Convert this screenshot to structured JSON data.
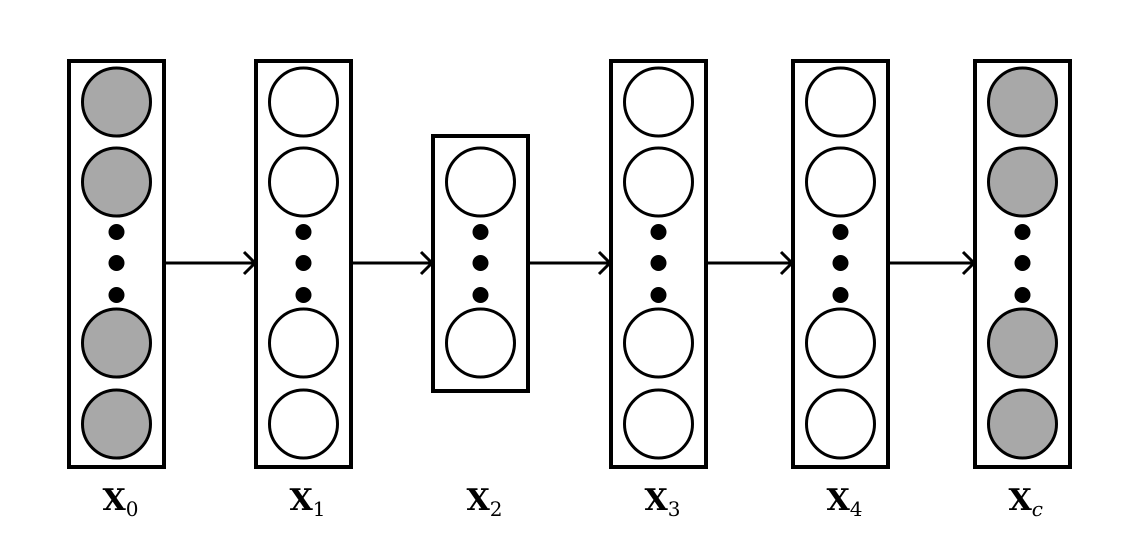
{
  "diagram": {
    "type": "layer-sequence",
    "colors": {
      "stroke": "#000000",
      "filled_node": "#a8a8a8",
      "empty_node": "#ffffff",
      "background": "#ffffff"
    },
    "layers": [
      {
        "id": "x0",
        "label_main": "X",
        "label_sub": "0",
        "sub_italic": false,
        "size": "full",
        "filled": true,
        "nodes": [
          "node",
          "node",
          "ellipsis",
          "node",
          "node"
        ]
      },
      {
        "id": "x1",
        "label_main": "X",
        "label_sub": "1",
        "sub_italic": false,
        "size": "full",
        "filled": false,
        "nodes": [
          "node",
          "node",
          "ellipsis",
          "node",
          "node"
        ]
      },
      {
        "id": "x2",
        "label_main": "X",
        "label_sub": "2",
        "sub_italic": false,
        "size": "short",
        "filled": false,
        "nodes": [
          "node",
          "ellipsis",
          "node"
        ]
      },
      {
        "id": "x3",
        "label_main": "X",
        "label_sub": "3",
        "sub_italic": false,
        "size": "full",
        "filled": false,
        "nodes": [
          "node",
          "node",
          "ellipsis",
          "node",
          "node"
        ]
      },
      {
        "id": "x4",
        "label_main": "X",
        "label_sub": "4",
        "sub_italic": false,
        "size": "full",
        "filled": false,
        "nodes": [
          "node",
          "node",
          "ellipsis",
          "node",
          "node"
        ]
      },
      {
        "id": "xc",
        "label_main": "X",
        "label_sub": "c",
        "sub_italic": true,
        "size": "full",
        "filled": true,
        "nodes": [
          "node",
          "node",
          "ellipsis",
          "node",
          "node"
        ]
      }
    ],
    "edges": [
      {
        "from": "x0",
        "to": "x1"
      },
      {
        "from": "x1",
        "to": "x2"
      },
      {
        "from": "x2",
        "to": "x3"
      },
      {
        "from": "x3",
        "to": "x4"
      },
      {
        "from": "x4",
        "to": "xc"
      }
    ]
  }
}
